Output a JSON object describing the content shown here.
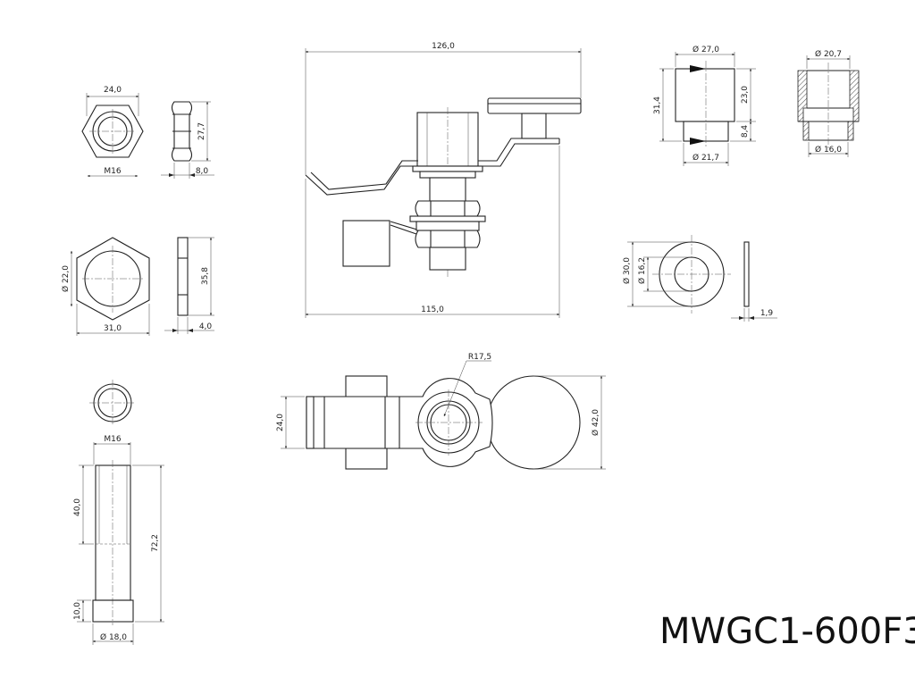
{
  "part_number": "MWGC1-600F3",
  "dimensions": {
    "nut_width": "24,0",
    "nut_height": "27,7",
    "nut_thread": "M16",
    "nut_thickness": "8,0",
    "hex_bore": "22,0",
    "hex_across_flats": "31,0",
    "hex_height": "35,8",
    "hex_thickness": "4,0",
    "bolt_thread": "M16",
    "bolt_thread_length": "40,0",
    "bolt_total_length": "72,2",
    "bolt_head_height": "10,0",
    "bolt_head_diameter": "18,0",
    "assembly_width": "126,0",
    "assembly_base": "115,0",
    "arm_width": "24,0",
    "arm_radius": "R17,5",
    "pad_diameter": "42,0",
    "bushing_outer": "27,0",
    "bushing_height": "31,4",
    "bushing_body": "23,0",
    "bushing_step": "8,4",
    "bushing_lower": "21,7",
    "section_outer": "20,7",
    "section_inner": "16,0",
    "washer_outer": "30,0",
    "washer_inner": "16,2",
    "washer_thickness": "1,9"
  }
}
